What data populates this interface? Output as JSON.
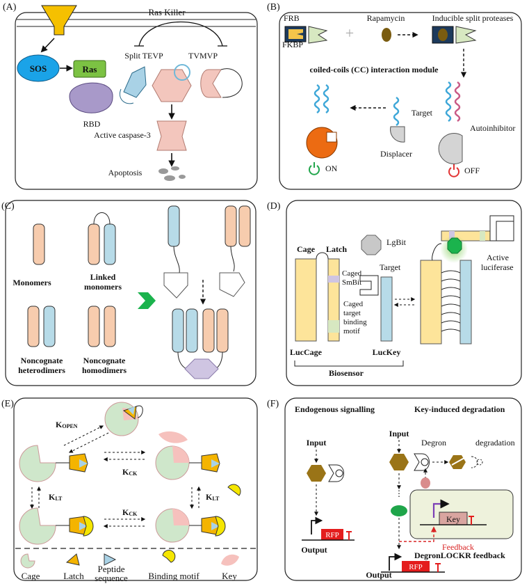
{
  "colors": {
    "sos": "#1aa3e8",
    "ras": "#7cc243",
    "rbd": "#a899c9",
    "tev": "#a9d2e6",
    "caspase": "#f3c6bd",
    "green_partner": "#d7e8c1",
    "brown": "#7a5c10",
    "coil_blue": "#3ea7d8",
    "coil_pink": "#c95a86",
    "orange": "#ec6b12",
    "on_green": "#1fa54a",
    "off_red": "#e23232",
    "peach": "#f7ccae",
    "light_blue": "#b7dbe8",
    "lavender": "#cfc5e2",
    "cage_yellow": "#fde49a",
    "arrow_green": "#1bb34d",
    "lgbit_gray": "#c8c8c8",
    "cage_green": "#cfe7cb",
    "latch_orange": "#f4b400",
    "binding_yellow": "#f5e600",
    "key_pink": "#f6c1bd",
    "hexagon": "#9a7417",
    "rfp_red": "#e41d1d",
    "feedback_red": "#d92323",
    "box_green": "#eef2dc",
    "promoter_purple": "#7b3fb5",
    "key_box": "#d9a5a0"
  },
  "panels": {
    "A": {
      "tag": "(A)",
      "ras_killer": "Ras Killer",
      "sos": "SOS",
      "ras": "Ras",
      "split_tevp": "Split TEVP",
      "tvmvp": "TVMVP",
      "rbd": "RBD",
      "active_caspase": "Active caspase-3",
      "apoptosis": "Apoptosis"
    },
    "B": {
      "tag": "(B)",
      "frb": "FRB",
      "fkbp": "FKBP",
      "rapamycin": "Rapamycin",
      "inducible": "Inducible split proteases",
      "cc_module": "coiled-coils (CC) interaction module",
      "target": "Target",
      "autoinhibitor": "Autoinhibitor",
      "displacer": "Displacer",
      "on": "ON",
      "off": "OFF"
    },
    "C": {
      "tag": "(C)",
      "monomers": "Monomers",
      "linked_1": "Linked",
      "linked_2": "monomers",
      "noncognate_1": "Noncognate",
      "heterodimers": "heterodimers",
      "noncognate_2": "Noncognate",
      "homodimers": "homodimers"
    },
    "D": {
      "tag": "(D)",
      "cage": "Cage",
      "latch": "Latch",
      "lgbit": "LgBit",
      "caged_smbit_1": "Caged",
      "caged_smbit_2": "SmBit",
      "target": "Target",
      "caged_target_1": "Caged",
      "caged_target_2": "target",
      "caged_target_3": "binding",
      "caged_target_4": "motif",
      "active_1": "Active",
      "active_2": "luciferase",
      "luccage": "LucCage",
      "luckey": "LucKey",
      "biosensor": "Biosensor"
    },
    "E": {
      "tag": "(E)",
      "k_open": "K",
      "k_open_sub": "OPEN",
      "k_ck": "K",
      "k_ck_sub": "CK",
      "k_lt": "K",
      "k_lt_sub": "LT",
      "legend_cage": "Cage",
      "legend_latch": "Latch",
      "legend_peptide_1": "Peptide",
      "legend_peptide_2": "sequence",
      "legend_binding": "Binding motif",
      "legend_key": "Key"
    },
    "F": {
      "tag": "(F)",
      "endogenous": "Endogenous signalling",
      "key_induced": "Key-induced degradation",
      "input_left": "Input",
      "input_right": "Input",
      "degron": "Degron",
      "degradation": "degradation",
      "rfp_left": "RFP",
      "output_left": "Output",
      "key": "Key",
      "feedback": "Feedback",
      "degronlockr": "DegronLOCKR feedback",
      "rfp_right": "RFP",
      "output_right": "Output"
    }
  }
}
